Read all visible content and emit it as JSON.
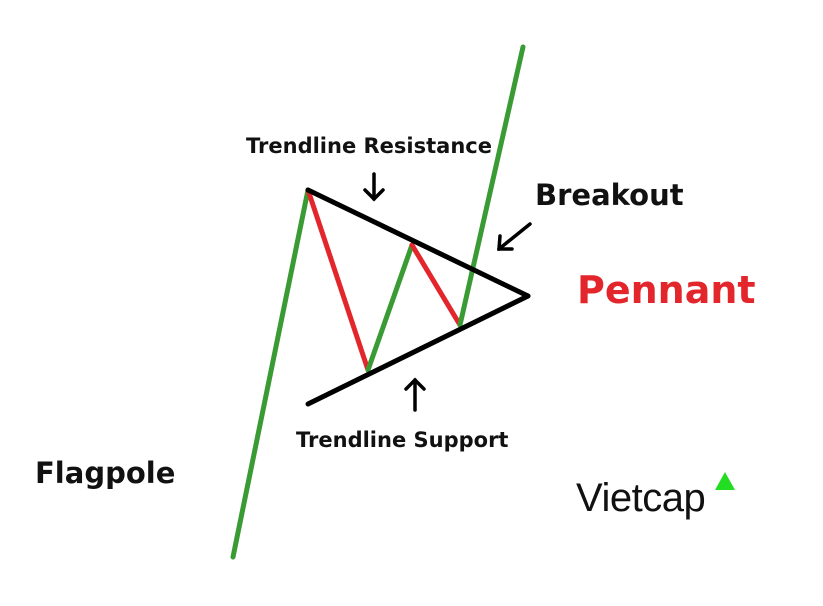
{
  "labels": {
    "resistance": "Trendline Resistance",
    "breakout": "Breakout",
    "pennant": "Pennant",
    "support": "Trendline Support",
    "flagpole": "Flagpole"
  },
  "logo": {
    "text": "Vietcap",
    "accent": "#22dd22"
  },
  "colors": {
    "up": "#3a9b34",
    "down": "#e3262b",
    "trend": "#000000",
    "title": "#e3262b"
  }
}
